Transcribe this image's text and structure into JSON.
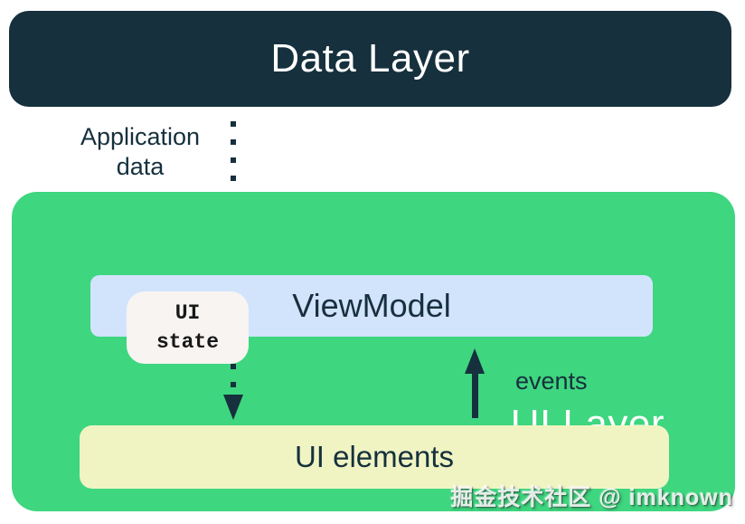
{
  "colors": {
    "navy": "#16303d",
    "green": "#3ed67f",
    "light_blue": "#d2e3fc",
    "pale_yellow": "#f0f4c3",
    "state_box": "#f7f4f1",
    "page_bg": "#ffffff"
  },
  "diagram": {
    "data_layer": {
      "label": "Data Layer"
    },
    "application_data": {
      "line1": "Application",
      "line2": "data"
    },
    "ui_layer": {
      "label": "UI Layer"
    },
    "viewmodel": {
      "label": "ViewModel"
    },
    "ui_state": {
      "line1": "UI",
      "line2": "state"
    },
    "events": {
      "label": "events"
    },
    "ui_elements": {
      "label": "UI elements"
    },
    "icons": {
      "application_data_flow": "dotted-down-arrow",
      "ui_state_flow": "dotted-down-arrow",
      "events_flow": "solid-up-arrow"
    }
  },
  "watermark": {
    "text": "掘金技术社区 @ imknown"
  }
}
